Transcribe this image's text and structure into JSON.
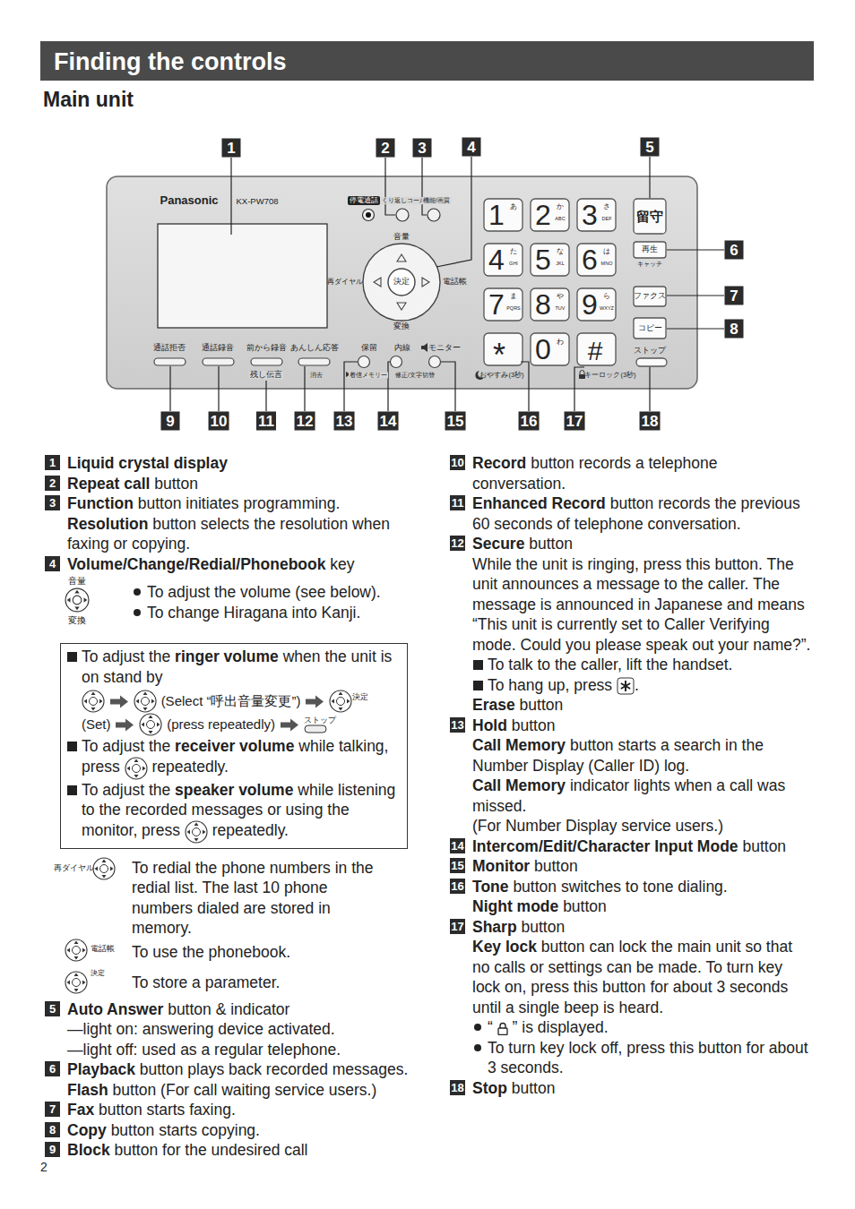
{
  "diagram": {
    "title": "Finding the controls",
    "nodes": [
      {
        "text": [
          "To adjust the",
          "ringer volume",
          "when the unit is on stand by",
          "(Select “呼出音量変更”)",
          "決定",
          "(Set)",
          "(press repeatedly)",
          "ストップ",
          "To adjust the",
          "receiver volume",
          "while talking, press",
          "repeatedly.",
          "To adjust the",
          "speaker volume",
          "while listening to the recorded messages or using the monitor, press",
          "repeatedly."
        ]
      }
    ],
    "labels": [
      "1",
      "2",
      "3",
      "4",
      "5",
      "6",
      "7",
      "8",
      "9",
      "10",
      "11",
      "12",
      "13",
      "14",
      "15",
      "16",
      "17",
      "18",
      "Panasonic",
      "KX-PW708",
      "停電通話",
      "くり返しコール",
      "機能/画質",
      "音量",
      "再ダイヤル",
      "決定",
      "電話帳",
      "変換",
      "1",
      "あ",
      "2",
      "か",
      "ABC",
      "3",
      "さ",
      "DEF",
      "4",
      "た",
      "GHI",
      "5",
      "な",
      "JKL",
      "6",
      "は",
      "MNO",
      "7",
      "ま",
      "PQRS",
      "8",
      "や",
      "TUV",
      "9",
      "ら",
      "WXYZ",
      "*",
      "0",
      "わ",
      "#",
      "留守",
      "再生",
      "キャッチ",
      "ファクス",
      "コピー",
      "ストップ",
      "通話拒否",
      "通話録音",
      "前から録音",
      "残し伝言",
      "あんしん応答",
      "消去",
      "保留",
      "着信メモリー",
      "内線",
      "修正/文字切替",
      "モニター",
      "おやすみ(3秒)",
      "キーロック(3秒)",
      "Main unit",
      "2",
      "1",
      "Liquid crystal display",
      "2",
      "Repeat call",
      "button",
      "3",
      "Function",
      "button initiates programming.",
      "Resolution",
      "button selects the resolution when faxing or copying.",
      "4",
      "Volume/Change/Redial/Phonebook",
      "key",
      "音量",
      "変換",
      "To adjust the volume (see below).",
      "To change Hiragana into Kanji.",
      "再ダイヤル",
      "To redial the phone numbers in the redial list. The last 10 phone numbers dialed are stored in memory.",
      "電話帳",
      "To use the phonebook.",
      "決定",
      "To store a parameter.",
      "5",
      "Auto Answer",
      "button & indicator",
      "—light on: answering device activated.",
      "—light off: used as a regular telephone.",
      "6",
      "Playback",
      "button plays back recorded messages.",
      "Flash",
      "button (For call waiting service users.)",
      "7",
      "Fax",
      "button starts faxing.",
      "8",
      "Copy",
      "button starts copying.",
      "9",
      "Block",
      "button for the undesired call",
      "10",
      "Record",
      "button records a telephone conversation.",
      "11",
      "Enhanced Record",
      "button records the previous 60 seconds of telephone conversation.",
      "12",
      "Secure",
      "button",
      "While the unit is ringing, press this button. The unit announces a message to the caller. The message is announced in Japanese and means “This unit is currently set to Caller Verifying mode. Could you please speak out your name?”.",
      "To talk to the caller, lift the handset.",
      "To hang up, press",
      ".",
      "Erase",
      "button",
      "13",
      "Hold",
      "button",
      "Call Memory",
      "button starts a search in the Number Display (Caller ID) log.",
      "Call Memory",
      "indicator lights when a call was missed.",
      "(For Number Display service users.)",
      "14",
      "Intercom/Edit/Character Input Mode",
      "button",
      "15",
      "Monitor",
      "button",
      "16",
      "Tone",
      "button switches to tone dialing.",
      "Night mode",
      "button",
      "17",
      "Sharp",
      "button",
      "Key lock",
      "button can lock the main unit so that no calls or settings can be made. To turn key lock on, press this button for about 3 seconds until a single beep is heard.",
      "“",
      "” is displayed.",
      "To turn key lock off, press this button for about 3 seconds.",
      "18",
      "Stop",
      "button"
    ]
  }
}
